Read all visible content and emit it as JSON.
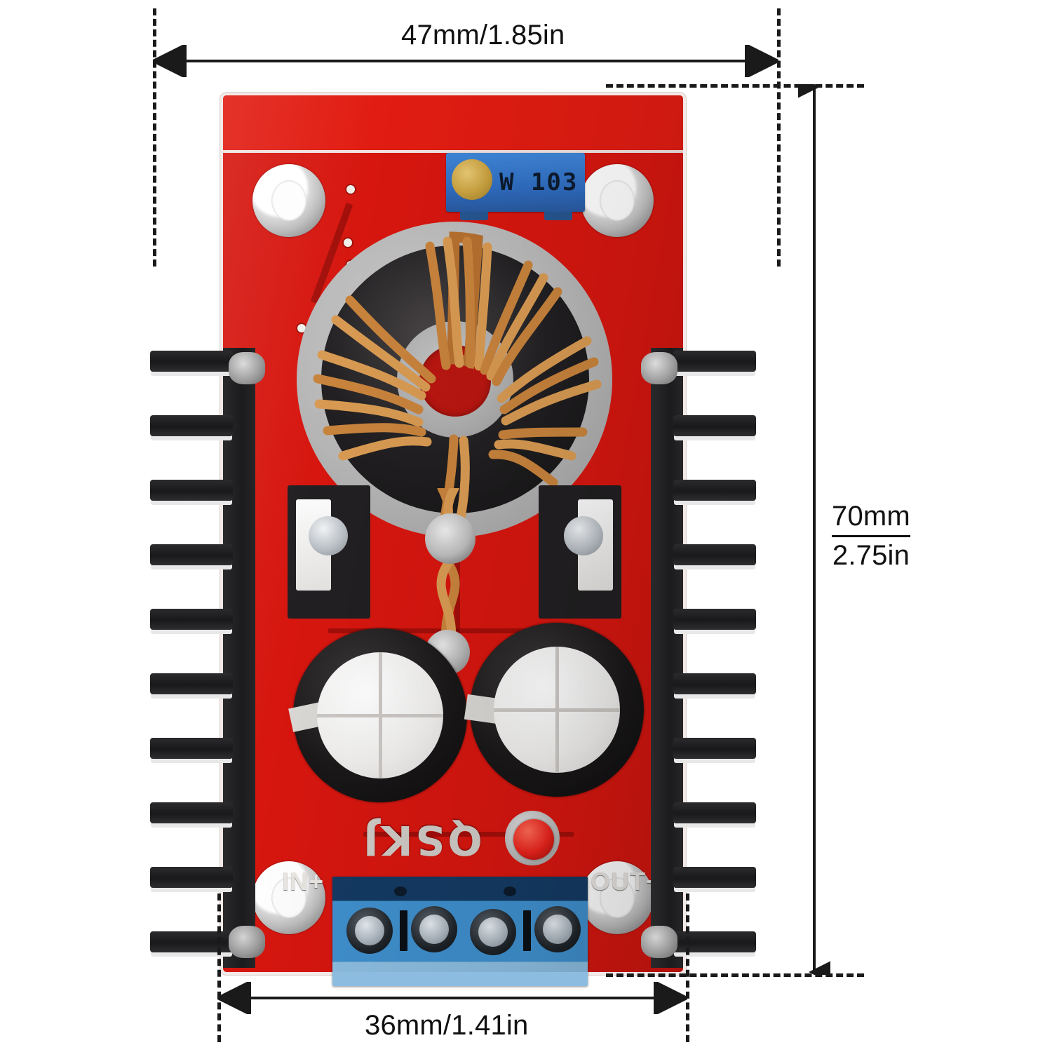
{
  "image": {
    "subject": "dc-dc-buck-converter-module",
    "background_color": "#ffffff"
  },
  "dimensions": {
    "top": {
      "label": "47mm/1.85in",
      "axis": "width-overall"
    },
    "right": {
      "value_mm": "70mm",
      "value_in": "2.75in",
      "axis": "height-overall"
    },
    "bottom": {
      "label": "36mm/1.41in",
      "axis": "width-pcb"
    }
  },
  "board": {
    "color": "#d6160f",
    "silkscreen": {
      "logo": "QSKJ",
      "input_label": "IN+",
      "output_label": "OUT+"
    }
  },
  "components": {
    "trimpot": {
      "marking": "W 103",
      "color": "#2f6fc4"
    },
    "terminal_block": {
      "positions": 4,
      "color": "#3f8fcd"
    },
    "led": {
      "color": "#e8231c"
    },
    "heatsinks": {
      "count": 2,
      "fins_per_side": 10,
      "color": "#1b1b1d"
    },
    "capacitors": {
      "count": 2,
      "color": "#1a1819"
    },
    "inductor": {
      "type": "toroid",
      "winding_color": "#c8813a"
    },
    "mounting_holes": {
      "count": 4
    }
  }
}
